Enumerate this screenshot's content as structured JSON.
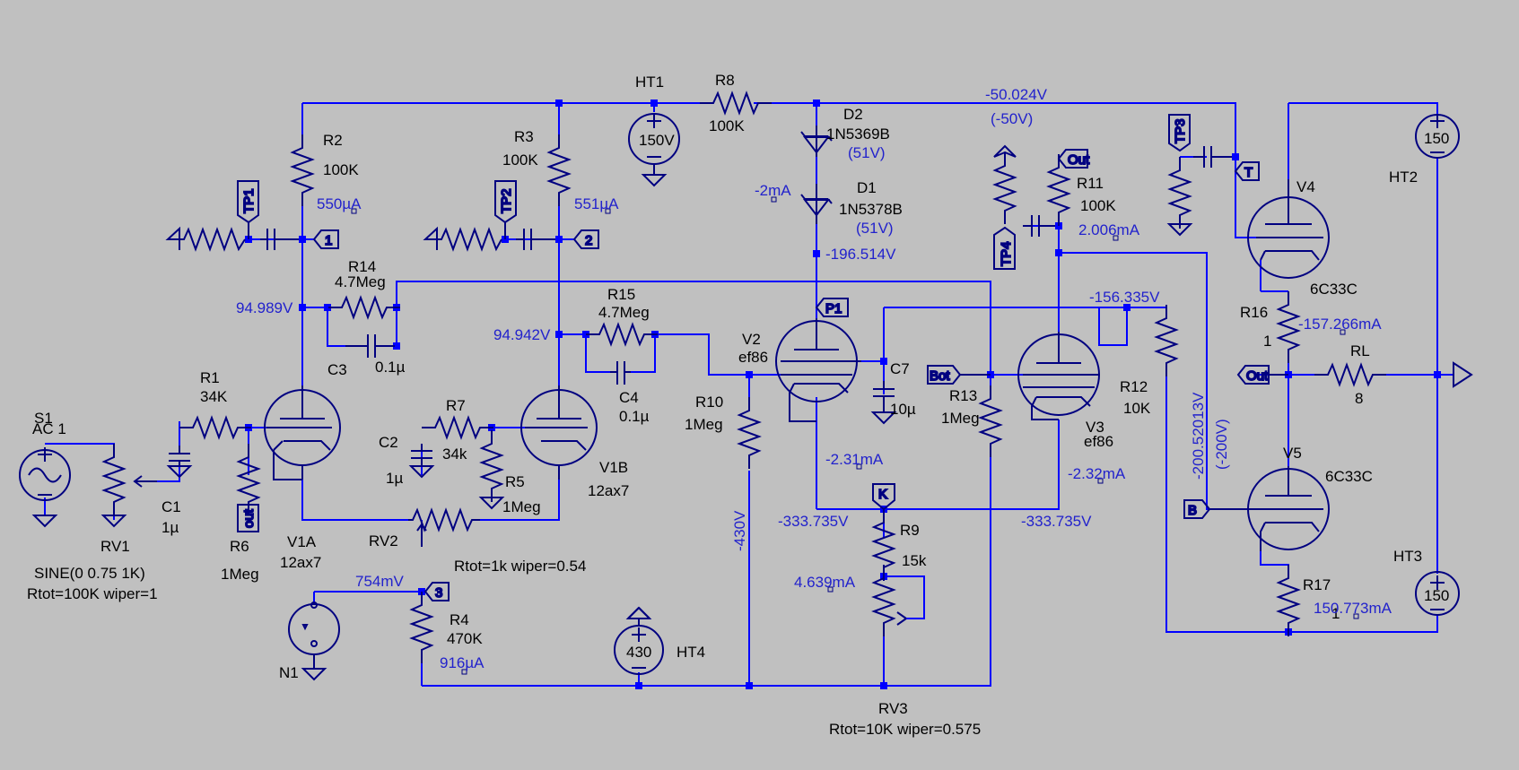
{
  "schematic": {
    "components": {
      "R1": {
        "ref": "R1",
        "value": "34K"
      },
      "R2": {
        "ref": "R2",
        "value": "100K"
      },
      "R3": {
        "ref": "R3",
        "value": "100K"
      },
      "R4": {
        "ref": "R4",
        "value": "470K"
      },
      "R5": {
        "ref": "R5",
        "value": "1Meg"
      },
      "R6": {
        "ref": "R6",
        "value": "1Meg"
      },
      "R7": {
        "ref": "R7",
        "value": "34k"
      },
      "R8": {
        "ref": "R8",
        "value": "100K"
      },
      "R9": {
        "ref": "R9",
        "value": "15k"
      },
      "R10": {
        "ref": "R10",
        "value": "1Meg"
      },
      "R11": {
        "ref": "R11",
        "value": "100K"
      },
      "R12": {
        "ref": "R12",
        "value": "10K"
      },
      "R13": {
        "ref": "R13",
        "value": "1Meg"
      },
      "R14": {
        "ref": "R14",
        "value": "4.7Meg"
      },
      "R15": {
        "ref": "R15",
        "value": "4.7Meg"
      },
      "R16": {
        "ref": "R16",
        "value": "1"
      },
      "R17": {
        "ref": "R17",
        "value": "1"
      },
      "RL": {
        "ref": "RL",
        "value": "8"
      },
      "C1": {
        "ref": "C1",
        "value": "1µ"
      },
      "C2": {
        "ref": "C2",
        "value": "1µ"
      },
      "C3": {
        "ref": "C3",
        "value": "0.1µ"
      },
      "C4": {
        "ref": "C4",
        "value": "0.1µ"
      },
      "C7": {
        "ref": "C7",
        "value": "10µ"
      },
      "D1": {
        "ref": "D1",
        "value": "1N5378B",
        "note": "(51V)"
      },
      "D2": {
        "ref": "D2",
        "value": "1N5369B",
        "note": "(51V)"
      },
      "V1A": {
        "ref": "V1A",
        "value": "12ax7"
      },
      "V1B": {
        "ref": "V1B",
        "value": "12ax7"
      },
      "V2": {
        "ref": "V2",
        "value": "ef86"
      },
      "V3": {
        "ref": "V3",
        "value": "ef86"
      },
      "V4": {
        "ref": "V4",
        "value": "6C33C"
      },
      "V5": {
        "ref": "V5",
        "value": "6C33C"
      },
      "HT1": {
        "ref": "HT1",
        "value": "150V"
      },
      "HT2": {
        "ref": "HT2",
        "value": "150"
      },
      "HT3": {
        "ref": "HT3",
        "value": "150"
      },
      "HT4": {
        "ref": "HT4",
        "value": "430"
      },
      "S1": {
        "ref": "S1",
        "value": "AC 1",
        "params1": "SINE(0 0.75 1K)",
        "params2": "Rtot=100K wiper=1"
      },
      "RV1": {
        "ref": "RV1"
      },
      "RV2": {
        "ref": "RV2",
        "params": "Rtot=1k wiper=0.54"
      },
      "RV3": {
        "ref": "RV3",
        "params": "Rtot=10K wiper=0.575"
      },
      "N1": {
        "ref": "N1"
      }
    },
    "flags": {
      "TP1": "TP1",
      "TP2": "TP2",
      "TP3": "TP3",
      "TP4": "TP4",
      "n1": "1",
      "n2": "2",
      "n3": "3",
      "P1": "P1",
      "K": "K",
      "T": "T",
      "B": "B",
      "Bot": "Bot",
      "Out_r11": "Out",
      "Out_main": "Out",
      "out_r6": "out"
    },
    "op_labels": {
      "v_50024": "-50.024V",
      "v_50": "(-50V)",
      "i_550": "550µA",
      "i_551": "551µA",
      "i_2ma": "-2mA",
      "v_196": "-196.514V",
      "v_94989": "94.989V",
      "v_94942": "94.942V",
      "i_2006": "2.006mA",
      "v_156": "-156.335V",
      "i_157": "-157.266mA",
      "v_200": "-200.52013V",
      "v_200n": "(-200V)",
      "i_231": "-2.31mA",
      "i_232": "-2.32mA",
      "v_333a": "-333.735V",
      "v_333b": "-333.735V",
      "v_430": "-430V",
      "i_4639": "4.639mA",
      "v_754": "754mV",
      "i_916": "916µA",
      "i_150": "150.773mA"
    },
    "wire_color": "#0000ff",
    "component_color": "#000080",
    "background_color": "#c0c0c0"
  }
}
